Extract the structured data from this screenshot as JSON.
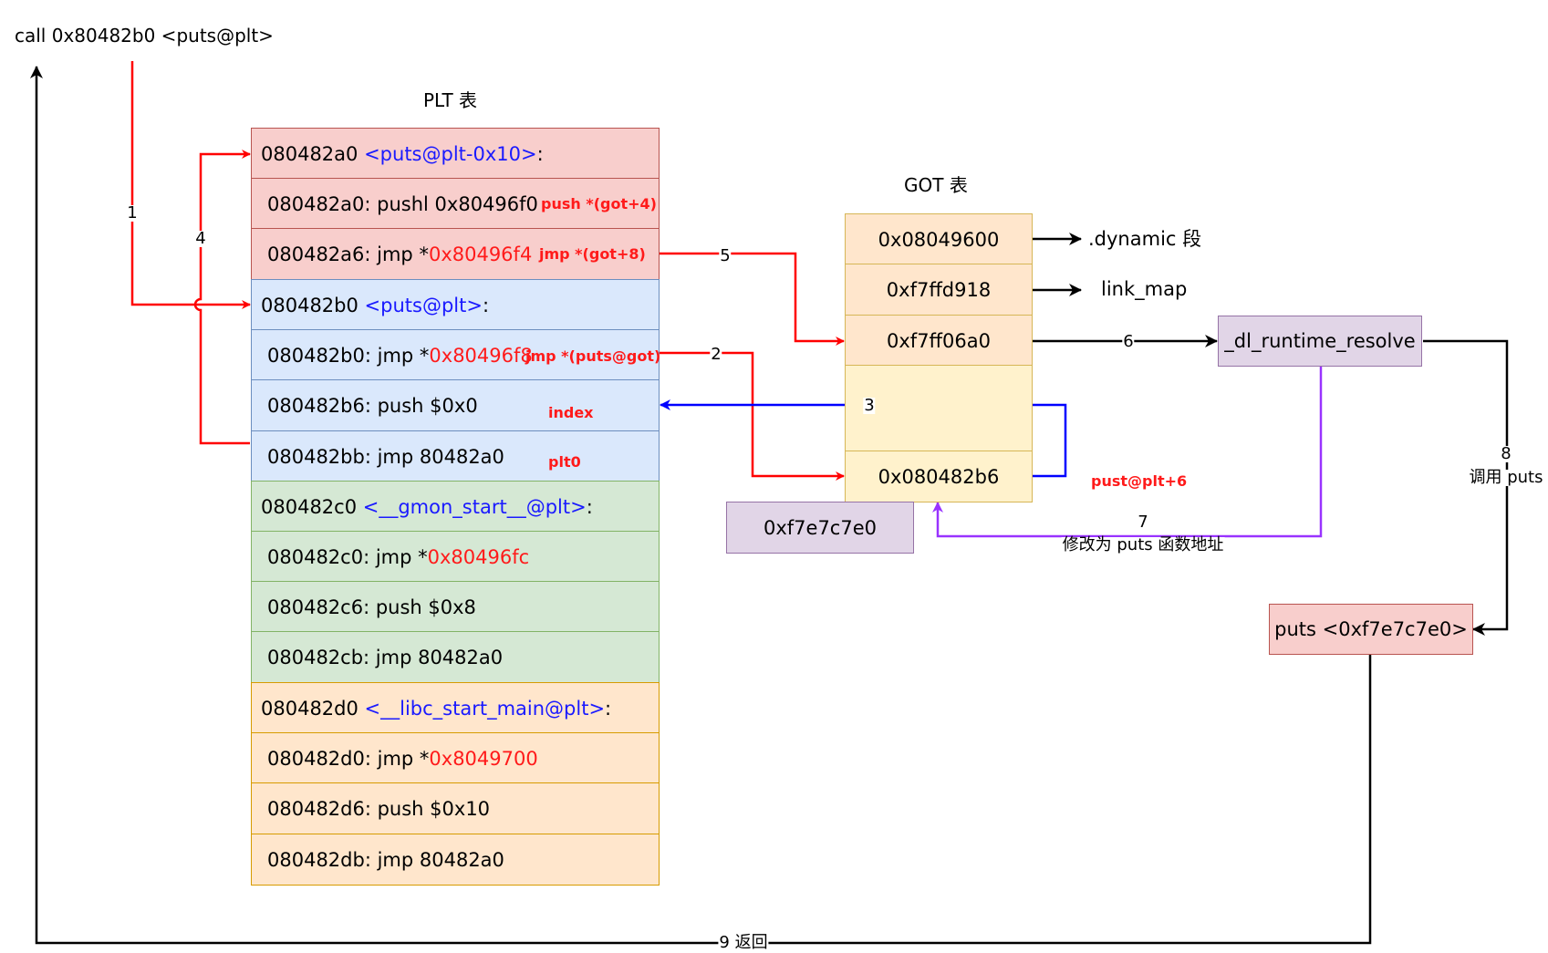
{
  "call_text": "call 0x80482b0 <puts@plt>",
  "plt": {
    "title": "PLT 表",
    "rows": [
      {
        "plain": "080482a0 ",
        "sym": "<puts@plt-0x10>",
        "addr": "",
        "tail": ":",
        "note": ""
      },
      {
        "plain": "080482a0: pushl 0x80496f0",
        "sym": "",
        "addr": "",
        "tail": "",
        "note": "push *(got+4)"
      },
      {
        "plain": "080482a6: jmp *",
        "sym": "",
        "addr": "0x80496f4",
        "tail": "",
        "note": "jmp *(got+8)"
      },
      {
        "plain": "080482b0 ",
        "sym": "<puts@plt>",
        "addr": "",
        "tail": ":",
        "note": ""
      },
      {
        "plain": "080482b0: jmp *",
        "sym": "",
        "addr": "0x80496f8",
        "tail": "",
        "note": "jmp *(puts@got)"
      },
      {
        "plain": "080482b6: push $0x0",
        "sym": "",
        "addr": "",
        "tail": "",
        "note": "index"
      },
      {
        "plain": "080482bb: jmp 80482a0",
        "sym": "",
        "addr": "",
        "tail": "",
        "note": "plt0"
      },
      {
        "plain": "080482c0 ",
        "sym": "<__gmon_start__@plt>",
        "addr": "",
        "tail": ":",
        "note": ""
      },
      {
        "plain": "080482c0: jmp *",
        "sym": "",
        "addr": "0x80496fc",
        "tail": "",
        "note": ""
      },
      {
        "plain": "080482c6: push $0x8",
        "sym": "",
        "addr": "",
        "tail": "",
        "note": ""
      },
      {
        "plain": "080482cb: jmp 80482a0",
        "sym": "",
        "addr": "",
        "tail": "",
        "note": ""
      },
      {
        "plain": "080482d0 ",
        "sym": "<__libc_start_main@plt>",
        "addr": "",
        "tail": ":",
        "note": ""
      },
      {
        "plain": "080482d0: jmp *",
        "sym": "",
        "addr": "0x8049700",
        "tail": "",
        "note": ""
      },
      {
        "plain": "080482d6: push $0x10",
        "sym": "",
        "addr": "",
        "tail": "",
        "note": ""
      },
      {
        "plain": "080482db: jmp 80482a0",
        "sym": "",
        "addr": "",
        "tail": "",
        "note": ""
      }
    ]
  },
  "got": {
    "title": "GOT 表",
    "cells": [
      "0x08049600",
      "0xf7ffd918",
      "0xf7ff06a0",
      "",
      "0x080482b6"
    ],
    "dynamic_label": ".dynamic 段",
    "link_map_label": "link_map",
    "note": "pust@plt+6"
  },
  "resolved_box": "0xf7e7c7e0",
  "resolver": "_dl_runtime_resolve",
  "puts_box": "puts <0xf7e7c7e0>",
  "edges": {
    "e1": "1",
    "e2": "2",
    "e3": "3",
    "e4": "4",
    "e5": "5",
    "e6": "6",
    "e7_num": "7",
    "e7_text": "修改为 puts 函数地址",
    "e8_num": "8",
    "e8_text": "调用 puts",
    "e9": "9 返回"
  },
  "colors": {
    "red_arrow": "#ff0000",
    "blue_arrow": "#0000ff",
    "purple_arrow": "#9933ff",
    "black_arrow": "#000000"
  }
}
